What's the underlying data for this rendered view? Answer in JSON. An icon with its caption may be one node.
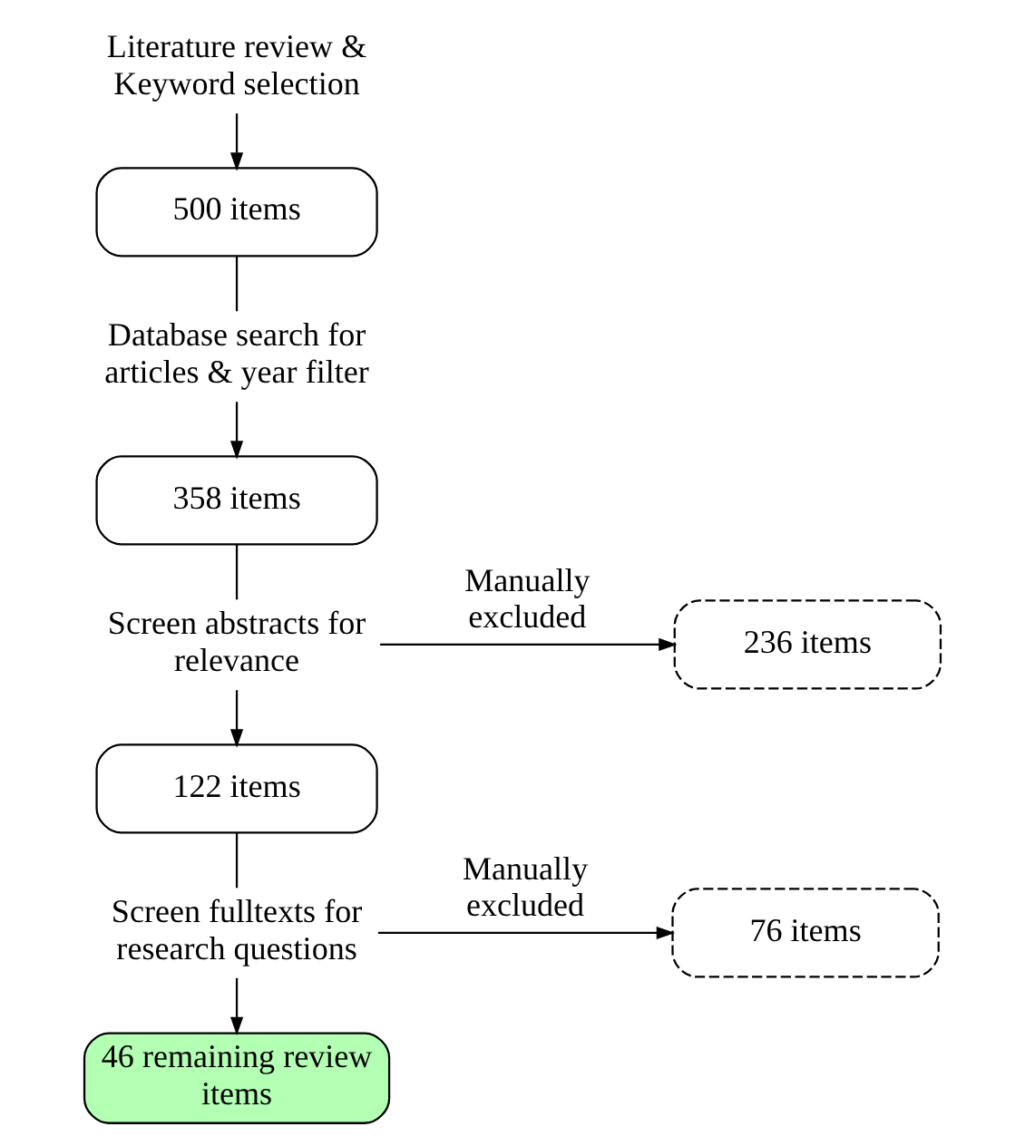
{
  "diagram": {
    "nodes": [
      {
        "text": [
          "Literature review & Keyword selection"
        ]
      },
      {
        "text": [
          "500 items"
        ]
      },
      {
        "text": [
          "Database search for articles & year filter"
        ]
      },
      {
        "text": [
          "358 items"
        ]
      },
      {
        "text": [
          "Screen abstracts for relevance"
        ]
      },
      {
        "text": [
          "236 items"
        ]
      },
      {
        "text": [
          "122 items"
        ]
      },
      {
        "text": [
          "Screen fulltexts for research questions"
        ]
      },
      {
        "text": [
          "76 items"
        ]
      },
      {
        "text": [
          "46 remaining review items"
        ]
      }
    ],
    "edges": [
      {
        "from": 0,
        "to": 1,
        "arrow": "to"
      },
      {
        "from": 1,
        "to": 2,
        "arrow": "none"
      },
      {
        "from": 2,
        "to": 3,
        "arrow": "to"
      },
      {
        "from": 3,
        "to": 4,
        "arrow": "none"
      },
      {
        "from": 4,
        "to": 5,
        "arrow": "to",
        "label": "Manually excluded"
      },
      {
        "from": 4,
        "to": 6,
        "arrow": "to"
      },
      {
        "from": 6,
        "to": 7,
        "arrow": "none"
      },
      {
        "from": 7,
        "to": 8,
        "arrow": "to",
        "label": "Manually excluded"
      },
      {
        "from": 7,
        "to": 9,
        "arrow": "to"
      }
    ]
  }
}
